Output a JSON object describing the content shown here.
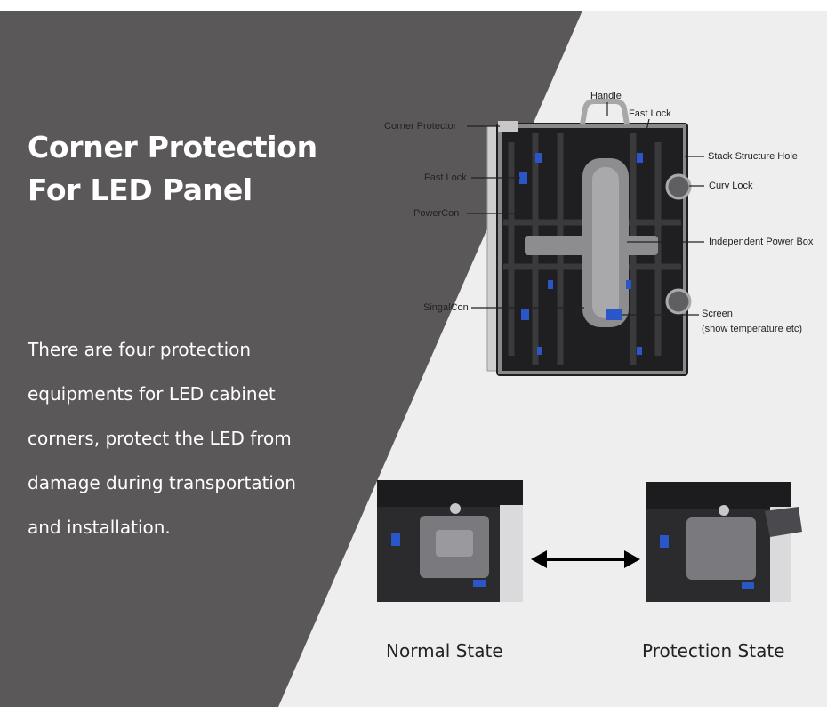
{
  "headline": {
    "line1": "Corner Protection",
    "line2": "For LED Panel"
  },
  "description": {
    "lines": [
      "There are four protection",
      "equipments for LED cabinet",
      "corners, protect the LED from",
      "damage during transportation",
      "and installation."
    ]
  },
  "diagram": {
    "labels": {
      "handle": "Handle",
      "fast_lock_top": "Fast Lock",
      "corner_protector": "Corner Protector",
      "stack_structure_hole": "Stack Structure Hole",
      "fast_lock_left": "Fast Lock",
      "curv_lock": "Curv Lock",
      "powercon": "PowerCon",
      "independent_power_box": "Independent Power Box",
      "singalcon": "SingalCon",
      "screen": "Screen",
      "screen_note": "(show temperature etc)"
    }
  },
  "comparison": {
    "normal_state": "Normal State",
    "protection_state": "Protection State"
  },
  "colors": {
    "panel_dark": "#5a5859",
    "panel_light": "#efeeef",
    "text_light": "#ffffff",
    "text_dark": "#222222",
    "accent_blue": "#2a56c8"
  }
}
